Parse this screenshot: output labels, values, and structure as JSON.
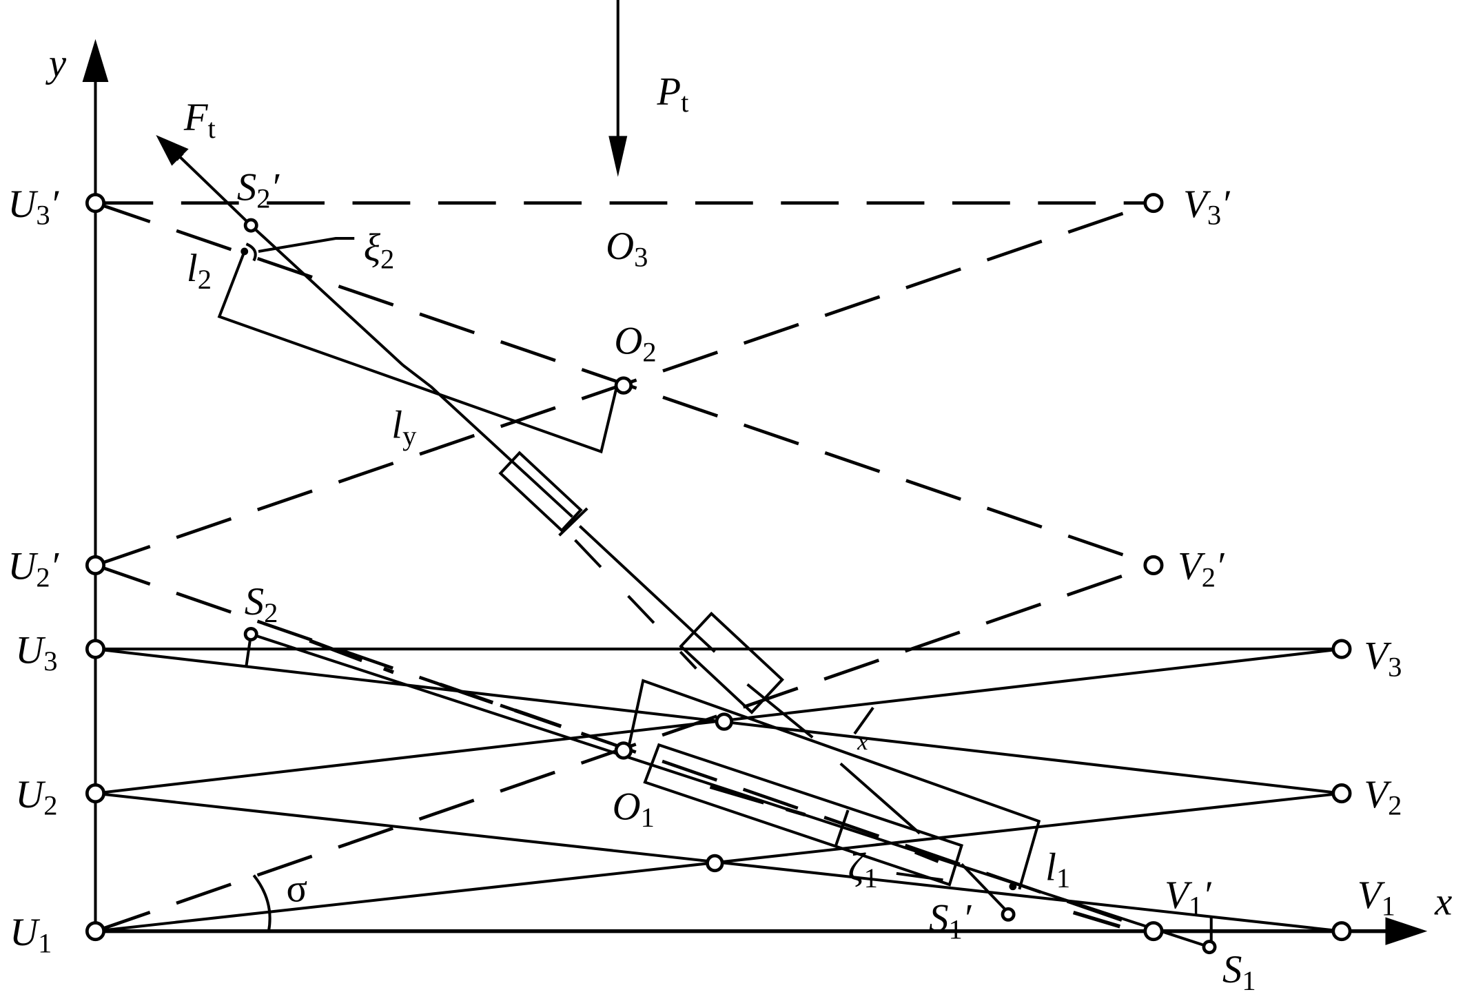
{
  "figure": {
    "axes": {
      "x": "x",
      "y": "y"
    },
    "loads": {
      "F": {
        "main": "F",
        "sub": "t"
      },
      "P": {
        "main": "P",
        "sub": "t"
      }
    },
    "labels": {
      "U1": {
        "main": "U",
        "sub": "1",
        "prime": ""
      },
      "U2": {
        "main": "U",
        "sub": "2",
        "prime": ""
      },
      "U3": {
        "main": "U",
        "sub": "3",
        "prime": ""
      },
      "U2p": {
        "main": "U",
        "sub": "2",
        "prime": "′"
      },
      "U3p": {
        "main": "U",
        "sub": "3",
        "prime": "′"
      },
      "V1": {
        "main": "V",
        "sub": "1",
        "prime": ""
      },
      "V2": {
        "main": "V",
        "sub": "2",
        "prime": ""
      },
      "V3": {
        "main": "V",
        "sub": "3",
        "prime": ""
      },
      "V1p": {
        "main": "V",
        "sub": "1",
        "prime": "′"
      },
      "V2p": {
        "main": "V",
        "sub": "2",
        "prime": "′"
      },
      "V3p": {
        "main": "V",
        "sub": "3",
        "prime": "′"
      },
      "O1": {
        "main": "O",
        "sub": "1"
      },
      "O2": {
        "main": "O",
        "sub": "2"
      },
      "O3": {
        "main": "O",
        "sub": "3"
      },
      "S1": {
        "main": "S",
        "sub": "1",
        "prime": ""
      },
      "S2": {
        "main": "S",
        "sub": "2",
        "prime": ""
      },
      "S1p": {
        "main": "S",
        "sub": "1",
        "prime": "′"
      },
      "S2p": {
        "main": "S",
        "sub": "2",
        "prime": "′"
      },
      "l1": {
        "main": "l",
        "sub": "1"
      },
      "l2": {
        "main": "l",
        "sub": "2"
      },
      "ly": {
        "main": "l",
        "sub": "y"
      },
      "xi2": {
        "main": "ξ",
        "sub": "2"
      },
      "zeta1": {
        "main": "ζ",
        "sub": "1"
      },
      "sigma": "σ",
      "x_angle": "x"
    }
  }
}
